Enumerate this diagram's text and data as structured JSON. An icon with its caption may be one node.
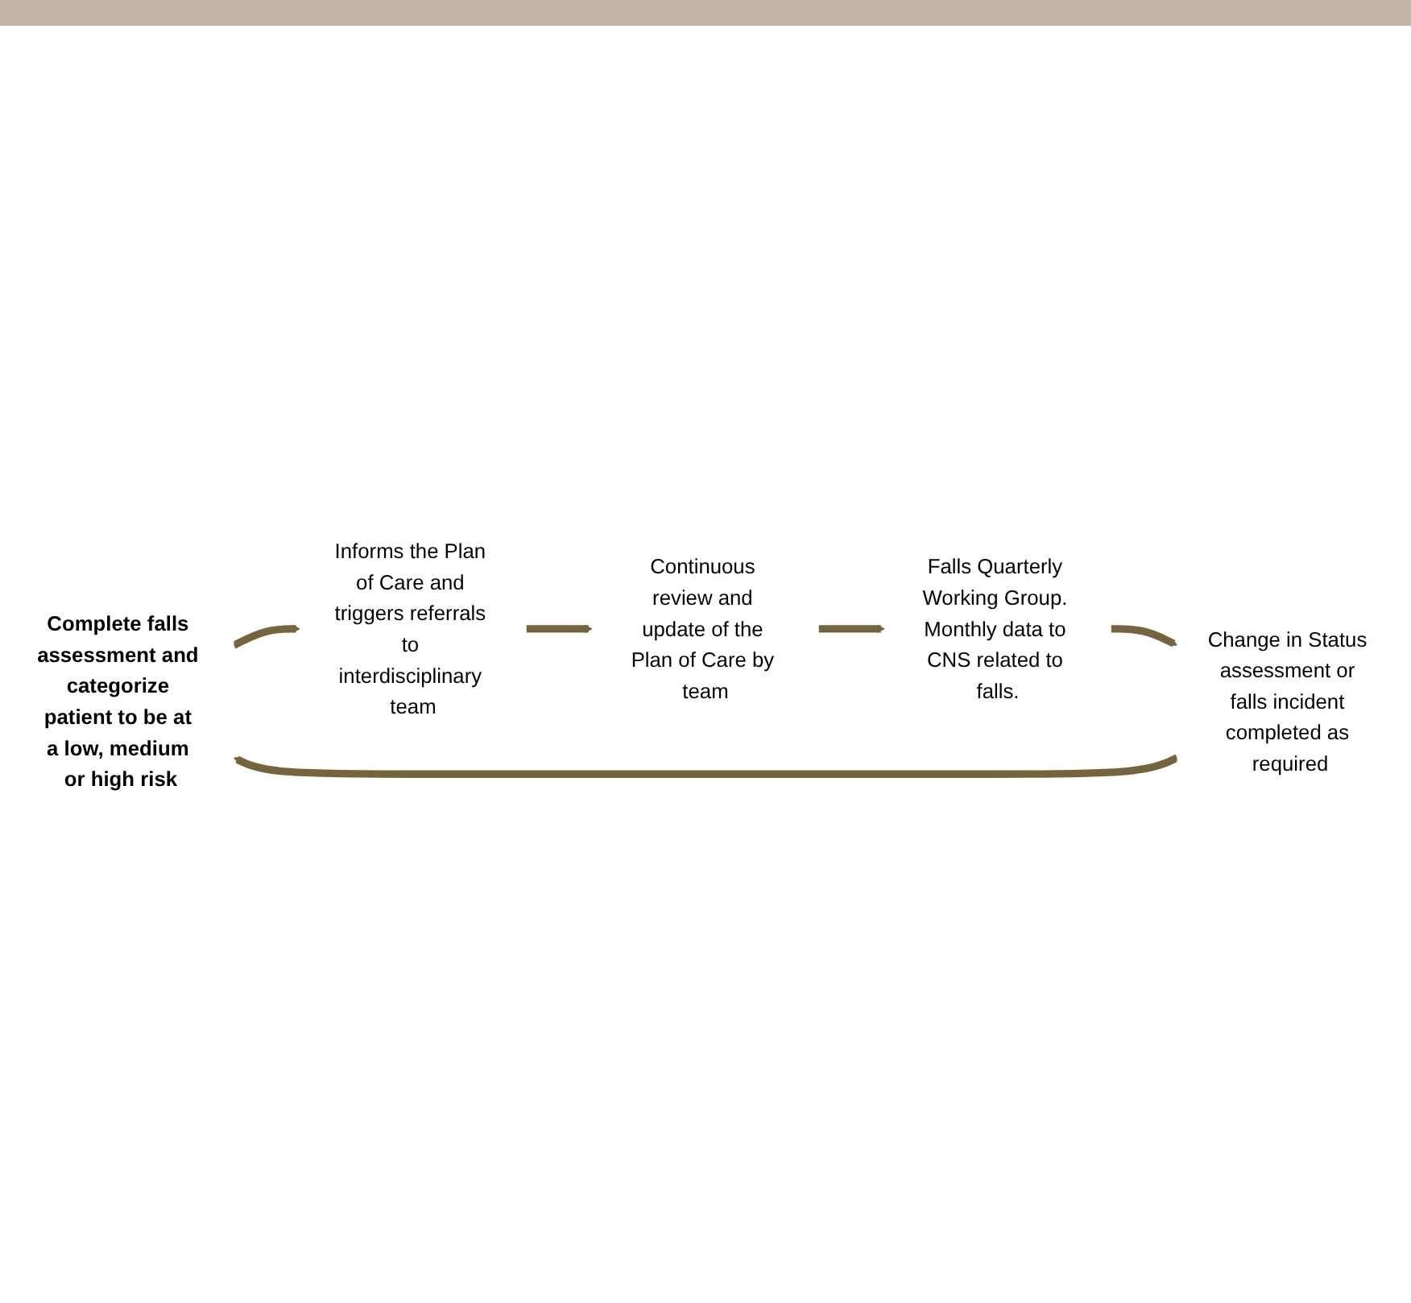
{
  "diagram": {
    "nodes": [
      {
        "text": [
          "Complete falls assessment and categorize patient to be at a low, medium or high risk"
        ]
      },
      {
        "text": [
          "Informs the Plan of Care and triggers referrals to interdisciplinary team"
        ]
      },
      {
        "text": [
          "Continuous review and update of the Plan of Care by team"
        ]
      },
      {
        "text": [
          "Falls Quarterly Working Group. Monthly data to CNS related to falls."
        ]
      },
      {
        "text": [
          "Change in Status assessment or falls incident completed as required"
        ]
      }
    ],
    "edges": [
      {
        "from": 0,
        "to": 1,
        "arrow": "to"
      },
      {
        "from": 1,
        "to": 2,
        "arrow": "to"
      },
      {
        "from": 2,
        "to": 3,
        "arrow": "to"
      },
      {
        "from": 3,
        "to": 4,
        "arrow": "to"
      },
      {
        "from": 4,
        "to": 0,
        "arrow": "to"
      }
    ]
  }
}
